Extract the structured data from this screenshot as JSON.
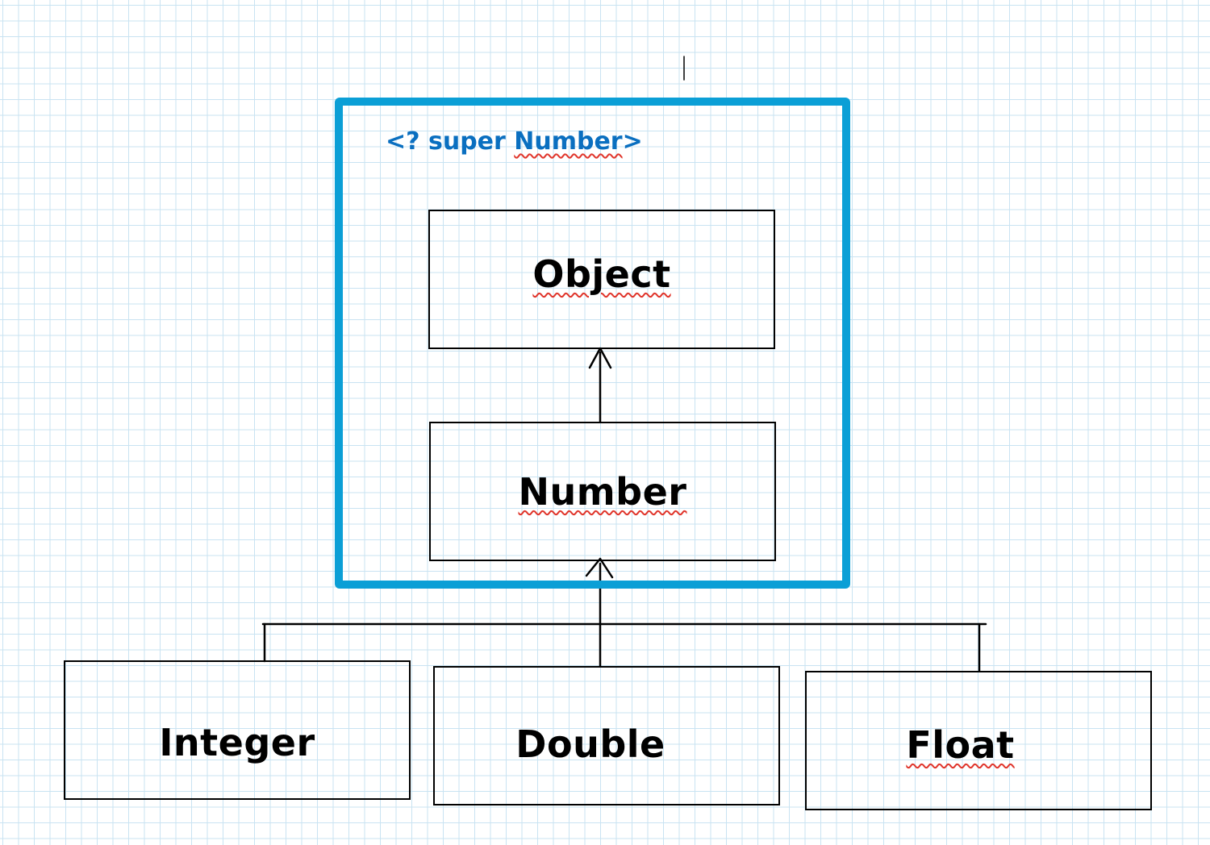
{
  "wildcard": {
    "prefix": "<? super ",
    "word": "Number",
    "suffix": ">",
    "color": "#0a6fc0",
    "frame_color": "#0b9fd6"
  },
  "classes": {
    "object": "Object",
    "number": "Number",
    "integer": "Integer",
    "double": "Double",
    "float": "Float"
  },
  "relations": [
    {
      "from": "Number",
      "to": "Object",
      "type": "extends"
    },
    {
      "from": "Integer",
      "to": "Number",
      "type": "extends"
    },
    {
      "from": "Double",
      "to": "Number",
      "type": "extends"
    },
    {
      "from": "Float",
      "to": "Number",
      "type": "extends"
    }
  ],
  "colors": {
    "grid": "#c9e3f2",
    "spellcheck_underline": "#e0352b"
  }
}
